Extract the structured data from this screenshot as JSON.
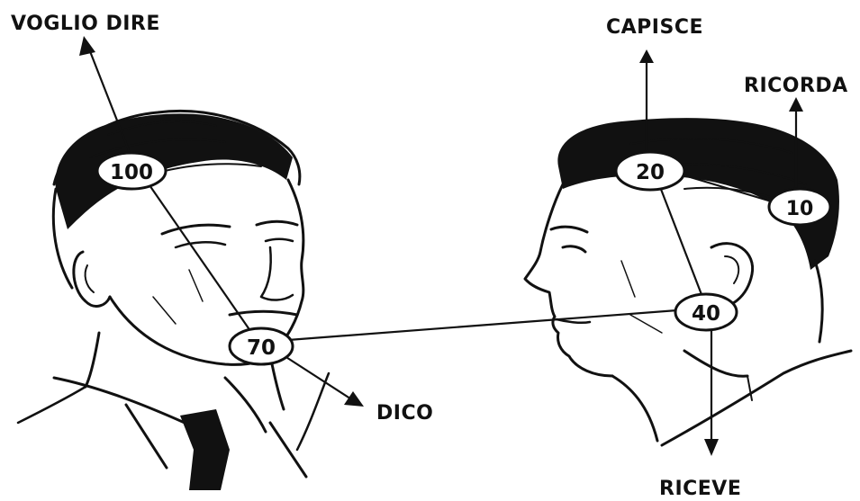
{
  "labels": {
    "voglio_dire": "VOGLIO DIRE",
    "capisce": "CAPISCE",
    "ricorda": "RICORDA",
    "dico": "DICO",
    "riceve": "RICEVE"
  },
  "values": {
    "voglio_dire": "100",
    "dico": "70",
    "riceve": "40",
    "capisce": "20",
    "ricorda": "10"
  },
  "colors": {
    "ink": "#111111",
    "paper": "#ffffff"
  }
}
